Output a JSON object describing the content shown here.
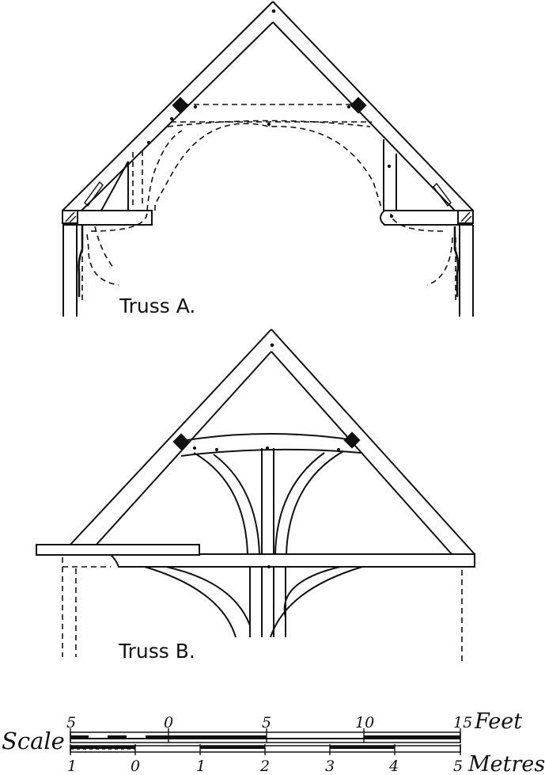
{
  "truss_a": {
    "label": "Truss A."
  },
  "truss_b": {
    "label": "Truss B."
  },
  "scale": {
    "title": "Scale",
    "feet": {
      "unit": "Feet",
      "ticks": [
        "5",
        "0",
        "5",
        "10",
        "15"
      ]
    },
    "metres": {
      "unit": "Metres",
      "ticks": [
        "1",
        "0",
        "1",
        "2",
        "3",
        "4",
        "5"
      ]
    }
  }
}
